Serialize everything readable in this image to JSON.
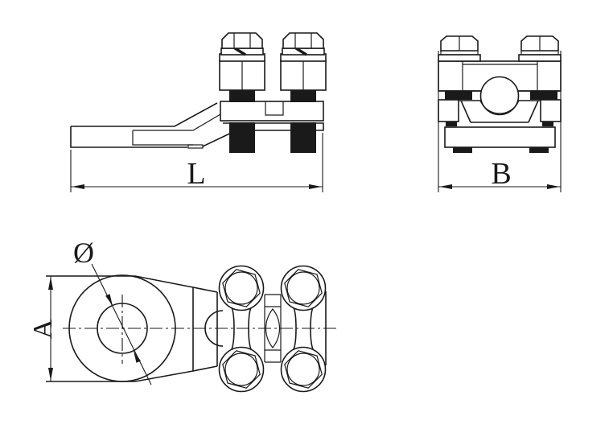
{
  "labels": {
    "length_dimension": "L",
    "width_dimension": "B",
    "height_dimension": "A",
    "diameter_symbol": "Ø"
  },
  "colors": {
    "background": "#ffffff",
    "line": "#1a1a1a"
  }
}
